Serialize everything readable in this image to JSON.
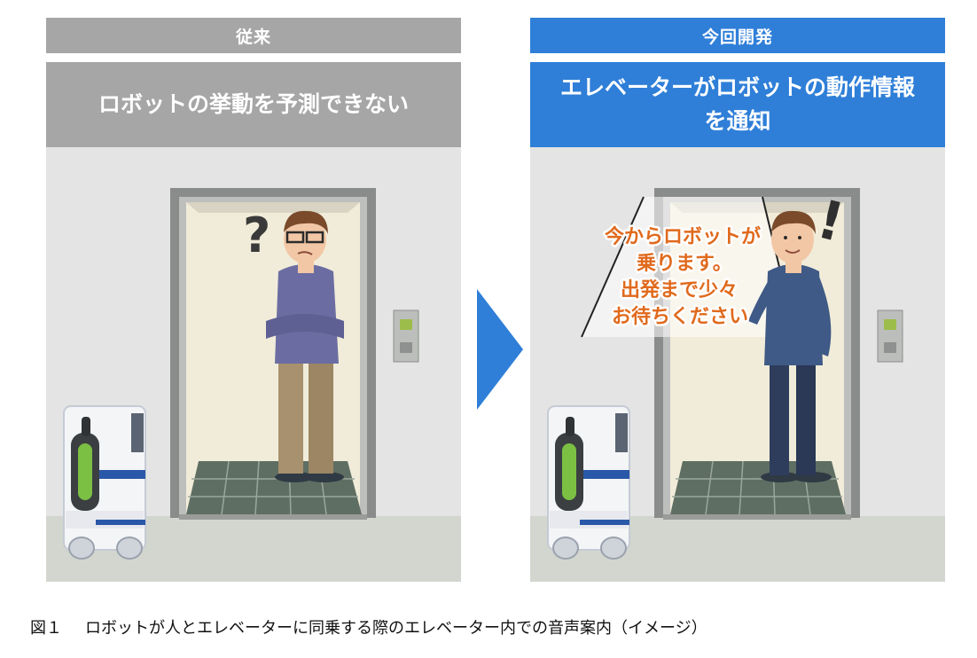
{
  "panels": {
    "before": {
      "tab_label": "従来",
      "heading": "ロボットの挙動を予測できない"
    },
    "after": {
      "tab_label": "今回開発",
      "heading_line1": "エレベーターがロボットの動作情報",
      "heading_line2": "を通知",
      "speech_lines": [
        "今からロボットが",
        "乗ります。",
        "出発まで少々",
        "お待ちください"
      ]
    }
  },
  "caption": {
    "figure_number": "図１",
    "text": "ロボットが人とエレベーターに同乗する際のエレベーター内での音声案内（イメージ）"
  },
  "colors": {
    "before_accent": "#a6a6a6",
    "after_accent": "#2f7fd8",
    "speech_text": "#e06a1d"
  },
  "icons": {
    "arrow": "right-triangle-arrow",
    "question": "question-mark-icon",
    "exclamation": "exclamation-mark-icon"
  }
}
